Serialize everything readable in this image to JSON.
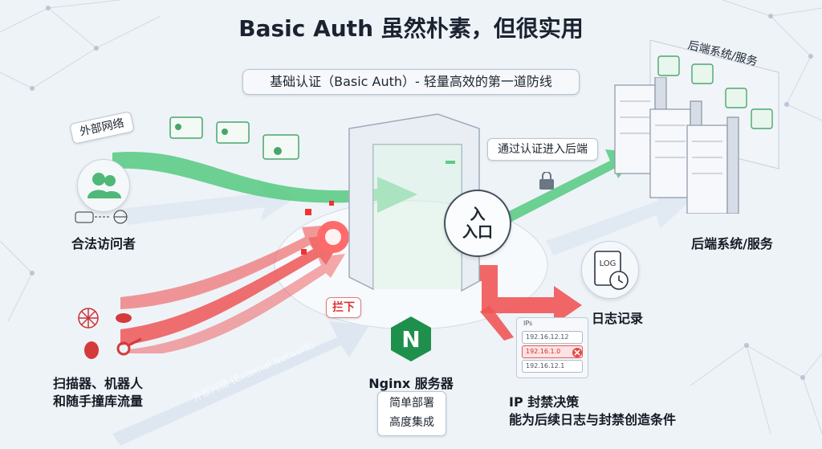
{
  "title": "Basic Auth 虽然朴素，但很实用",
  "subtitle": "基础认证（Basic Auth）- 轻量高效的第一道防线",
  "external_network_tag": "外部网络",
  "external_network_en": "外部网络 (External Network)",
  "legit_visitor": "合法访问者",
  "bad_traffic_line1": "扫描器、机器人",
  "bad_traffic_line2": "和随手撞库流量",
  "blocked_tag": "拦下",
  "entrance_line1": "入",
  "entrance_line2": "入口",
  "pass_tag": "通过认证进入后端",
  "backend_tag": "后端系统/服务",
  "backend_label": "后端系统/服务",
  "log_icon_text": "LOG",
  "log_label": "日志记录",
  "nginx_letter": "N",
  "nginx_label": "Nginx 服务器",
  "nginx_features": [
    "简单部署",
    "高度集成"
  ],
  "ip_panel": {
    "header": "IPs",
    "rows": [
      "192.16.12.12",
      "192.16.1.0",
      "192.16.12.1"
    ],
    "blocked_index": 1
  },
  "ip_ban_line1": "IP 封禁决策",
  "ip_ban_line2": "能为后续日志与封禁创造条件",
  "colors": {
    "green": "#45c27a",
    "red": "#ee4b4b",
    "accent": "#2f7a4e",
    "nginx": "#1f8f4c"
  }
}
